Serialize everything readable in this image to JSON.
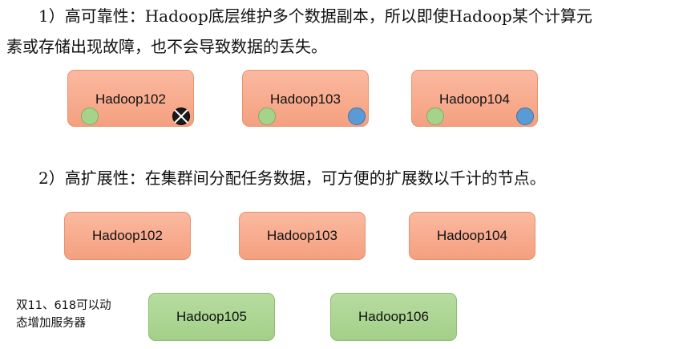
{
  "section1": {
    "line1": "1）高可靠性：Hadoop底层维护多个数据副本，所以即使Hadoop某个计算元",
    "line2": "素或存储出现故障，也不会导致数据的丢失。",
    "nodes": [
      {
        "label": "Hadoop102",
        "status": "failed"
      },
      {
        "label": "Hadoop103",
        "status": "ok"
      },
      {
        "label": "Hadoop104",
        "status": "ok"
      }
    ]
  },
  "section2": {
    "text": "2）高扩展性：在集群间分配任务数据，可方便的扩展数以千计的节点。",
    "nodes": [
      {
        "label": "Hadoop102"
      },
      {
        "label": "Hadoop103"
      },
      {
        "label": "Hadoop104"
      }
    ],
    "added_nodes": [
      {
        "label": "Hadoop105"
      },
      {
        "label": "Hadoop106"
      }
    ],
    "note_line1": "双11、618可以动",
    "note_line2": "态增加服务器"
  },
  "colors": {
    "node_existing": "#f4a07f",
    "node_added": "#a3d089",
    "replica_green": "#a6d38a",
    "replica_blue": "#5b9bd5"
  }
}
